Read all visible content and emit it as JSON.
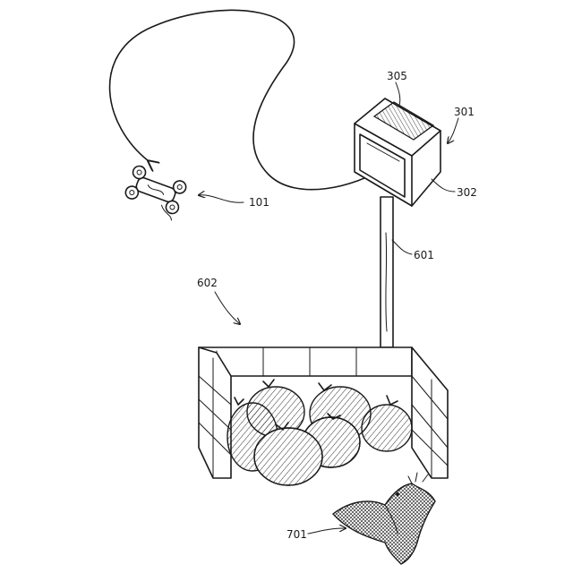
{
  "figure": {
    "labels": {
      "drone": "101",
      "station": "301",
      "station_housing": "302",
      "solar_panel": "305",
      "pole": "601",
      "garbage_area": "602",
      "bird": "701"
    }
  }
}
